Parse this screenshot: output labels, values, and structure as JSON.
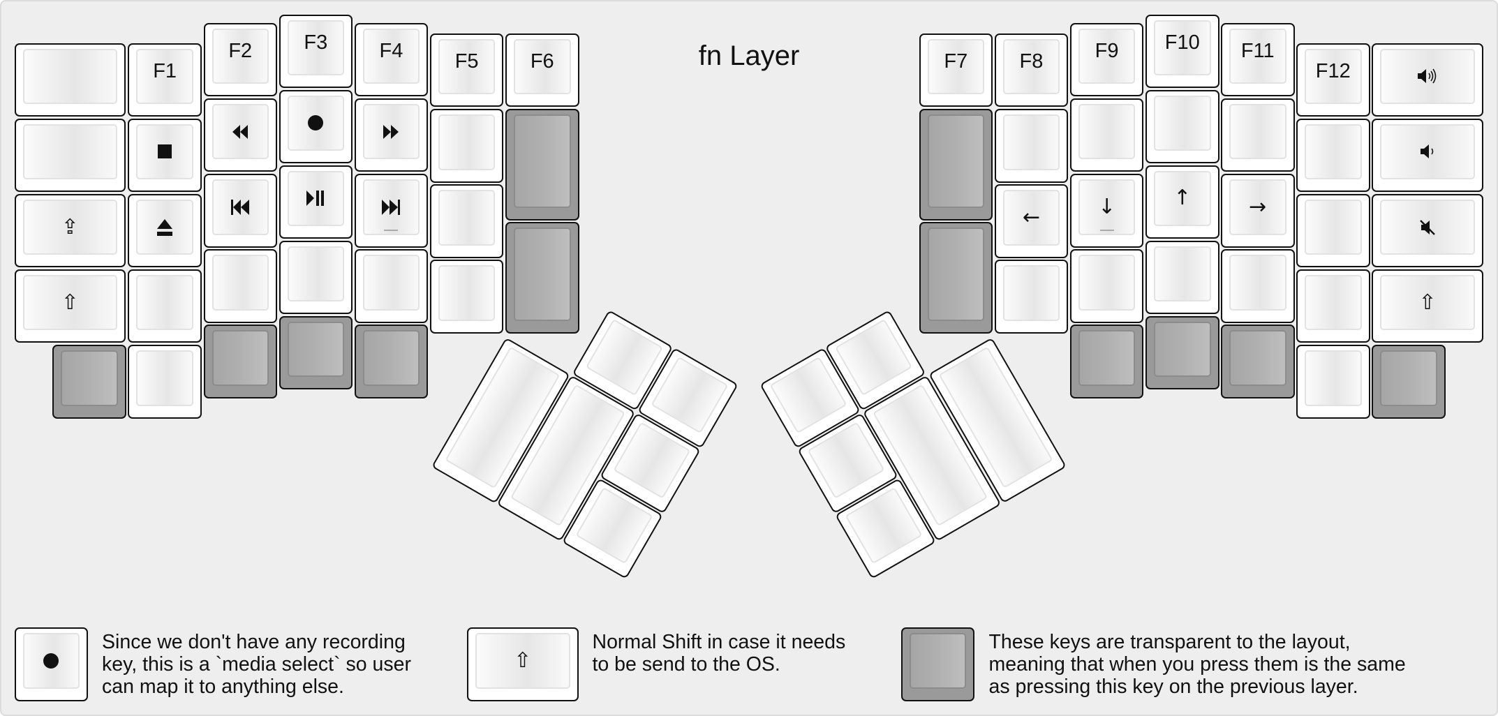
{
  "title": "fn Layer",
  "left_hand": {
    "columns": [
      [
        {
          "legend": ""
        },
        {
          "legend": ""
        },
        {
          "icon": "caps-lock",
          "glyph": "⇪"
        },
        {
          "icon": "shift",
          "glyph": "⇧"
        }
      ],
      [
        {
          "transparent": true
        }
      ],
      [
        {
          "legend": "F1"
        },
        {
          "icon": "stop"
        },
        {
          "icon": "eject"
        },
        {
          "legend": ""
        },
        {
          "legend": ""
        }
      ],
      [
        {
          "legend": "F2"
        },
        {
          "icon": "rewind"
        },
        {
          "icon": "previous-track"
        },
        {
          "legend": ""
        },
        {
          "transparent": true
        }
      ],
      [
        {
          "legend": "F3"
        },
        {
          "icon": "record"
        },
        {
          "icon": "play-pause"
        },
        {
          "legend": ""
        },
        {
          "transparent": true
        }
      ],
      [
        {
          "legend": "F4"
        },
        {
          "icon": "fast-forward"
        },
        {
          "icon": "next-track",
          "homing": true
        },
        {
          "legend": ""
        },
        {
          "transparent": true
        }
      ],
      [
        {
          "legend": "F5"
        },
        {
          "legend": ""
        },
        {
          "legend": ""
        },
        {
          "legend": ""
        }
      ],
      [
        {
          "legend": "F6"
        },
        {
          "transparent": true
        },
        {
          "transparent": true
        }
      ]
    ],
    "thumb": [
      {
        "legend": ""
      },
      {
        "legend": ""
      },
      {
        "legend": ""
      },
      {
        "legend": ""
      },
      {
        "legend": ""
      },
      {
        "legend": ""
      }
    ]
  },
  "right_hand": {
    "columns": [
      [
        {
          "legend": "F7"
        },
        {
          "transparent": true
        },
        {
          "transparent": true
        }
      ],
      [
        {
          "legend": "F8"
        },
        {
          "legend": ""
        },
        {
          "icon": "arrow-left",
          "glyph": "←"
        },
        {
          "legend": ""
        }
      ],
      [
        {
          "legend": "F9"
        },
        {
          "legend": ""
        },
        {
          "icon": "arrow-down",
          "glyph": "↓",
          "homing": true
        },
        {
          "legend": ""
        },
        {
          "transparent": true
        }
      ],
      [
        {
          "legend": "F10"
        },
        {
          "legend": ""
        },
        {
          "icon": "arrow-up",
          "glyph": "↑"
        },
        {
          "legend": ""
        },
        {
          "transparent": true
        }
      ],
      [
        {
          "legend": "F11"
        },
        {
          "legend": ""
        },
        {
          "icon": "arrow-right",
          "glyph": "→"
        },
        {
          "legend": ""
        },
        {
          "transparent": true
        }
      ],
      [
        {
          "legend": "F12"
        },
        {
          "legend": ""
        },
        {
          "legend": ""
        },
        {
          "legend": ""
        },
        {
          "legend": ""
        }
      ],
      [
        {
          "icon": "volume-up"
        },
        {
          "icon": "volume-down"
        },
        {
          "icon": "mute"
        },
        {
          "icon": "shift",
          "glyph": "⇧"
        }
      ],
      [
        {
          "transparent": true
        }
      ]
    ],
    "thumb": [
      {
        "legend": ""
      },
      {
        "legend": ""
      },
      {
        "legend": ""
      },
      {
        "legend": ""
      },
      {
        "legend": ""
      },
      {
        "legend": ""
      }
    ]
  },
  "notes": [
    {
      "key": {
        "icon": "record"
      },
      "lines": [
        "Since we don't have any recording",
        "key, this is a `media select` so user",
        "can map it to anything else."
      ]
    },
    {
      "key": {
        "icon": "shift",
        "glyph": "⇧"
      },
      "lines": [
        "Normal Shift in case it needs",
        "to be send to the OS."
      ]
    },
    {
      "key": {
        "transparent": true
      },
      "lines": [
        "These keys are transparent to the layout,",
        "meaning that when you press them is the same",
        "as pressing this key on the previous layer."
      ]
    }
  ],
  "colors": {
    "background": "#eeeeee",
    "key": "#ffffff",
    "transparent_key": "#9a9a9a",
    "border": "#111111"
  }
}
